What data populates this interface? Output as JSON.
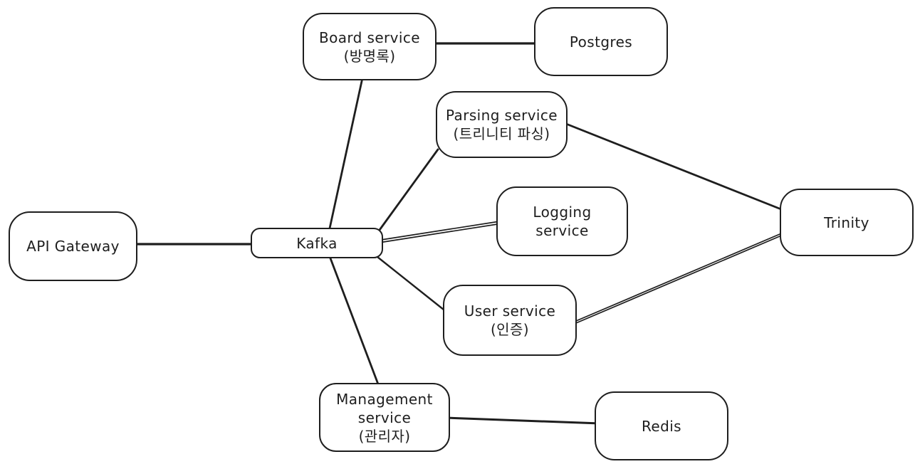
{
  "colors": {
    "stroke": "#1e1e1e",
    "node_fill": "#ffffff",
    "background": "#ffffff"
  },
  "diagram": {
    "type": "architecture-diagram",
    "style": "hand-drawn (excalidraw-like)",
    "nodes": [
      {
        "id": "api-gateway",
        "label": "API Gateway",
        "sublabel": ""
      },
      {
        "id": "kafka",
        "label": "Kafka",
        "sublabel": ""
      },
      {
        "id": "board-service",
        "label": "Board service",
        "sublabel": "(방명록)"
      },
      {
        "id": "postgres",
        "label": "Postgres",
        "sublabel": ""
      },
      {
        "id": "parsing-service",
        "label": "Parsing service",
        "sublabel": "(트리니티 파싱)"
      },
      {
        "id": "logging-service",
        "label": "Logging service",
        "sublabel": ""
      },
      {
        "id": "user-service",
        "label": "User service",
        "sublabel": "(인증)"
      },
      {
        "id": "trinity",
        "label": "Trinity",
        "sublabel": ""
      },
      {
        "id": "management-service",
        "label": "Management service",
        "sublabel": "(관리자)"
      },
      {
        "id": "redis",
        "label": "Redis",
        "sublabel": ""
      }
    ],
    "edges": [
      {
        "from": "api-gateway",
        "to": "kafka"
      },
      {
        "from": "kafka",
        "to": "board-service"
      },
      {
        "from": "board-service",
        "to": "postgres"
      },
      {
        "from": "kafka",
        "to": "parsing-service"
      },
      {
        "from": "kafka",
        "to": "logging-service"
      },
      {
        "from": "kafka",
        "to": "user-service"
      },
      {
        "from": "kafka",
        "to": "management-service"
      },
      {
        "from": "parsing-service",
        "to": "trinity"
      },
      {
        "from": "user-service",
        "to": "trinity"
      },
      {
        "from": "management-service",
        "to": "redis"
      }
    ]
  }
}
